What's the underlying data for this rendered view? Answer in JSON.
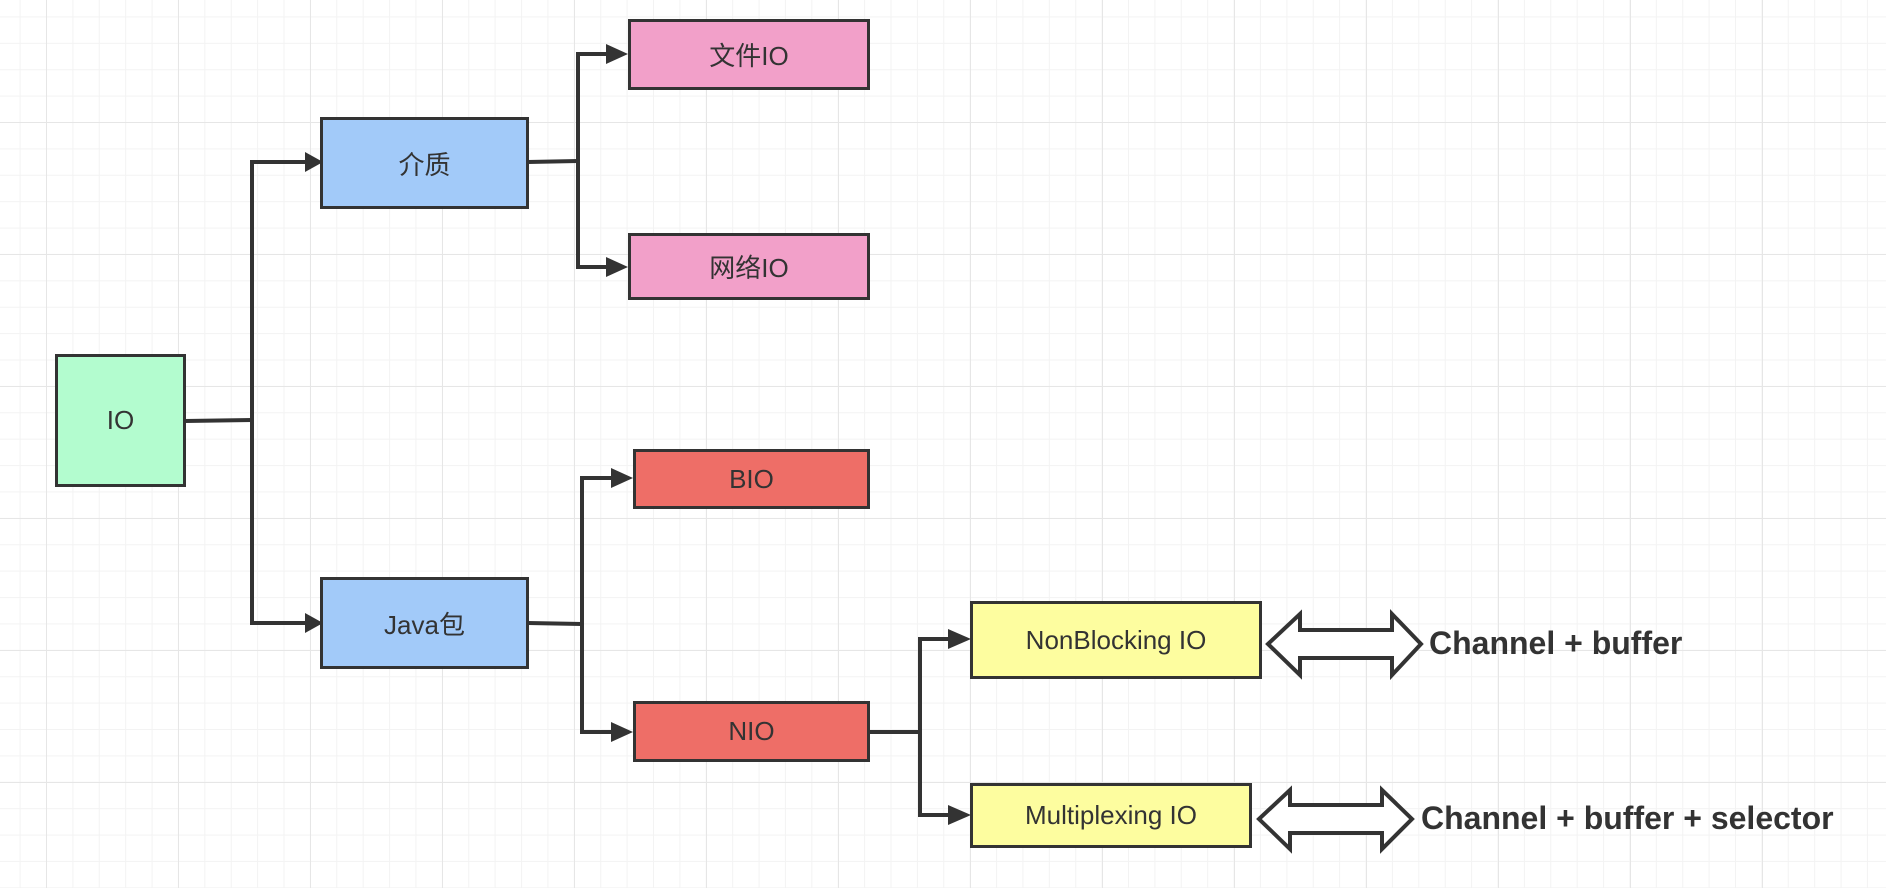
{
  "colors": {
    "root": "#b3fccf",
    "category": "#a2caf9",
    "medium_leaf": "#f2a0c9",
    "java_leaf": "#ee6e67",
    "nio_leaf": "#fdfd9f",
    "stroke": "#333333"
  },
  "nodes": {
    "root": "IO",
    "medium": "介质",
    "java_package": "Java包",
    "file_io": "文件IO",
    "network_io": "网络IO",
    "bio": "BIO",
    "nio": "NIO",
    "nonblocking_io": "NonBlocking IO",
    "multiplexing_io": "Multiplexing IO"
  },
  "annotations": {
    "nonblocking": "Channel + buffer",
    "multiplexing": "Channel + buffer + selector"
  }
}
